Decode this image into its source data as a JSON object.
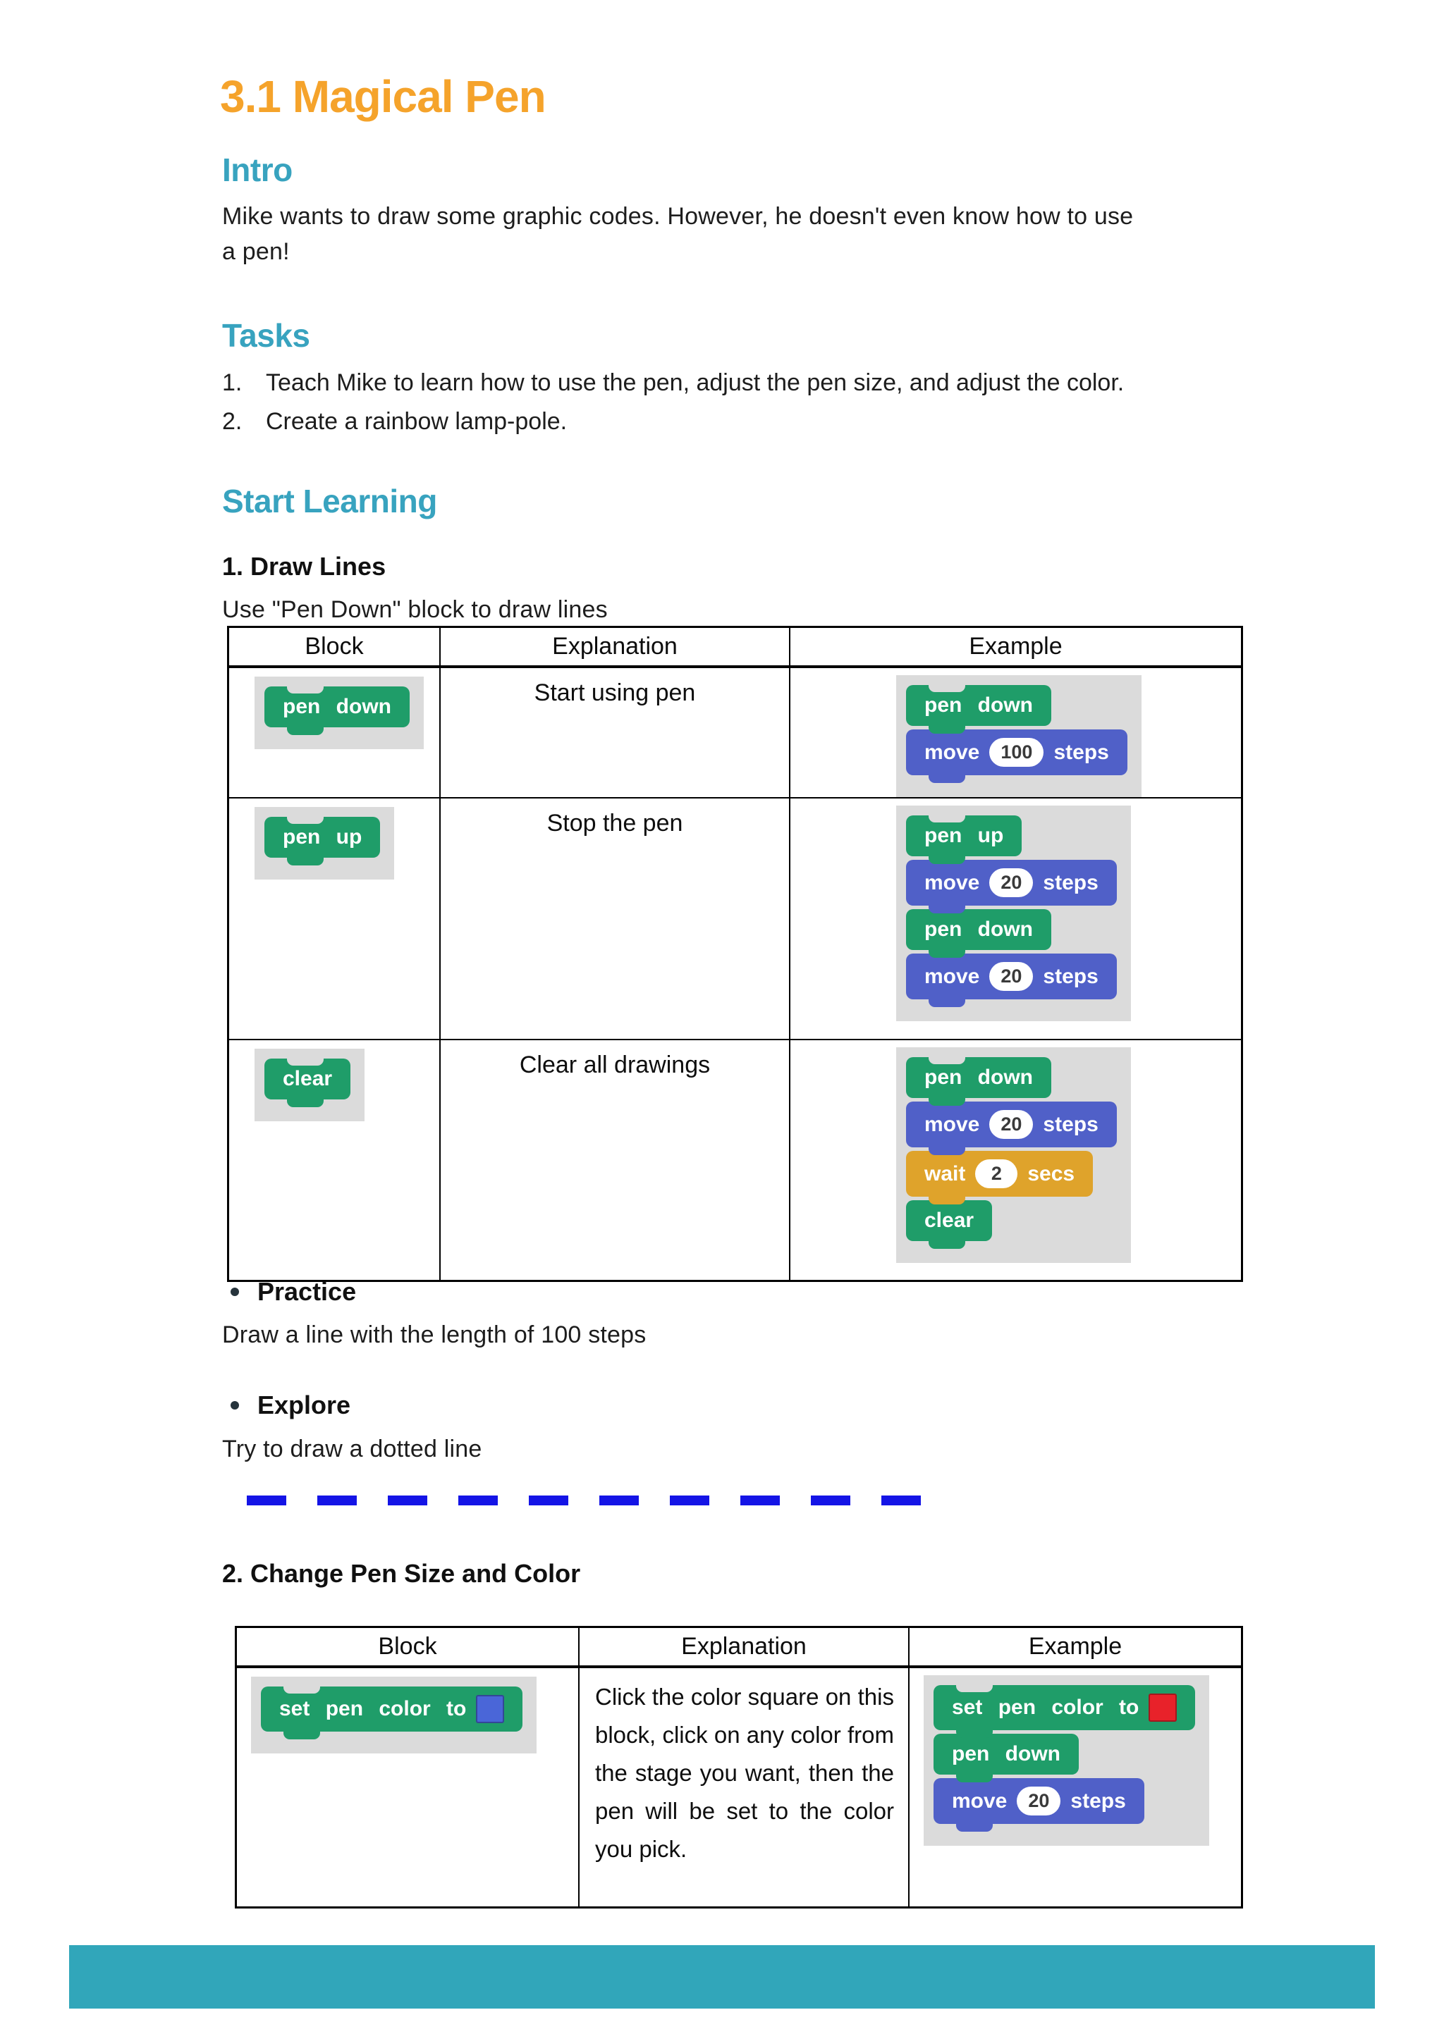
{
  "colors": {
    "title_orange": "#F5A32B",
    "heading_teal": "#38A3BF",
    "body_text": "#1D1D1D",
    "table_border": "#000000",
    "panel_gray": "#DBDBDB",
    "block_green": "#1F9D69",
    "block_blue": "#5060C8",
    "block_orange": "#DFA32B",
    "pill_text": "#3A3A3A",
    "swatch_blue": "#4A66D8",
    "swatch_red": "#E8222A",
    "dash_blue": "#1414E6",
    "footer_teal": "#31A6BA"
  },
  "title": "3.1 Magical Pen",
  "intro": {
    "heading": "Intro",
    "lines": [
      "Mike wants to draw some graphic codes. However, he doesn't even know how to use",
      "a pen!"
    ]
  },
  "tasks": {
    "heading": "Tasks",
    "items": [
      {
        "num": "1.",
        "text": "Teach Mike to learn how to use the pen, adjust the pen size, and adjust the color."
      },
      {
        "num": "2.",
        "text": "Create a rainbow lamp-pole."
      }
    ]
  },
  "start_learning": {
    "heading": "Start Learning"
  },
  "section1": {
    "heading": "1. Draw Lines",
    "subtitle": "Use \"Pen Down\" block to draw lines",
    "table": {
      "headers": [
        "Block",
        "Explanation",
        "Example"
      ],
      "rows": [
        {
          "block": [
            {
              "c": "green",
              "seg": [
                {
                  "t": "pen down"
                }
              ]
            }
          ],
          "explanation": "Start using pen",
          "example": [
            {
              "c": "green",
              "seg": [
                {
                  "t": "pen down"
                }
              ]
            },
            {
              "c": "blue",
              "seg": [
                {
                  "t": "move"
                },
                {
                  "p": "100"
                },
                {
                  "t": "steps"
                }
              ]
            }
          ]
        },
        {
          "block": [
            {
              "c": "green",
              "seg": [
                {
                  "t": "pen up"
                }
              ]
            }
          ],
          "explanation": "Stop the pen",
          "example": [
            {
              "c": "green",
              "seg": [
                {
                  "t": "pen up"
                }
              ]
            },
            {
              "c": "blue",
              "seg": [
                {
                  "t": "move"
                },
                {
                  "p": "20"
                },
                {
                  "t": "steps"
                }
              ]
            },
            {
              "c": "green",
              "seg": [
                {
                  "t": "pen down"
                }
              ]
            },
            {
              "c": "blue",
              "seg": [
                {
                  "t": "move"
                },
                {
                  "p": "20"
                },
                {
                  "t": "steps"
                }
              ]
            }
          ]
        },
        {
          "block": [
            {
              "c": "green",
              "seg": [
                {
                  "t": "clear"
                }
              ]
            }
          ],
          "explanation": "Clear all drawings",
          "example": [
            {
              "c": "green",
              "seg": [
                {
                  "t": "pen down"
                }
              ]
            },
            {
              "c": "blue",
              "seg": [
                {
                  "t": "move"
                },
                {
                  "p": "20"
                },
                {
                  "t": "steps"
                }
              ]
            },
            {
              "c": "orange",
              "seg": [
                {
                  "t": "wait"
                },
                {
                  "p": "2"
                },
                {
                  "t": "secs"
                }
              ]
            },
            {
              "c": "green",
              "seg": [
                {
                  "t": "clear"
                }
              ]
            }
          ]
        }
      ]
    }
  },
  "practice": {
    "label": "Practice",
    "text": "Draw a line with the length of 100 steps"
  },
  "explore": {
    "label": "Explore",
    "text": "Try to draw a dotted line"
  },
  "section2": {
    "heading": "2. Change Pen Size and Color",
    "table": {
      "headers": [
        "Block",
        "Explanation",
        "Example"
      ],
      "rows": [
        {
          "block": [
            {
              "c": "green",
              "seg": [
                {
                  "t": "set pen color to"
                },
                {
                  "s": "swatch_blue"
                }
              ]
            }
          ],
          "explanation": "Click the color square on this block, click on any color from the stage you want, then the pen will be set to the color you pick.",
          "example": [
            {
              "c": "green",
              "seg": [
                {
                  "t": "set pen color to"
                },
                {
                  "s": "swatch_red"
                }
              ]
            },
            {
              "c": "green",
              "seg": [
                {
                  "t": "pen down"
                }
              ]
            },
            {
              "c": "blue",
              "seg": [
                {
                  "t": "move"
                },
                {
                  "p": "20"
                },
                {
                  "t": "steps"
                }
              ]
            }
          ]
        }
      ]
    }
  }
}
